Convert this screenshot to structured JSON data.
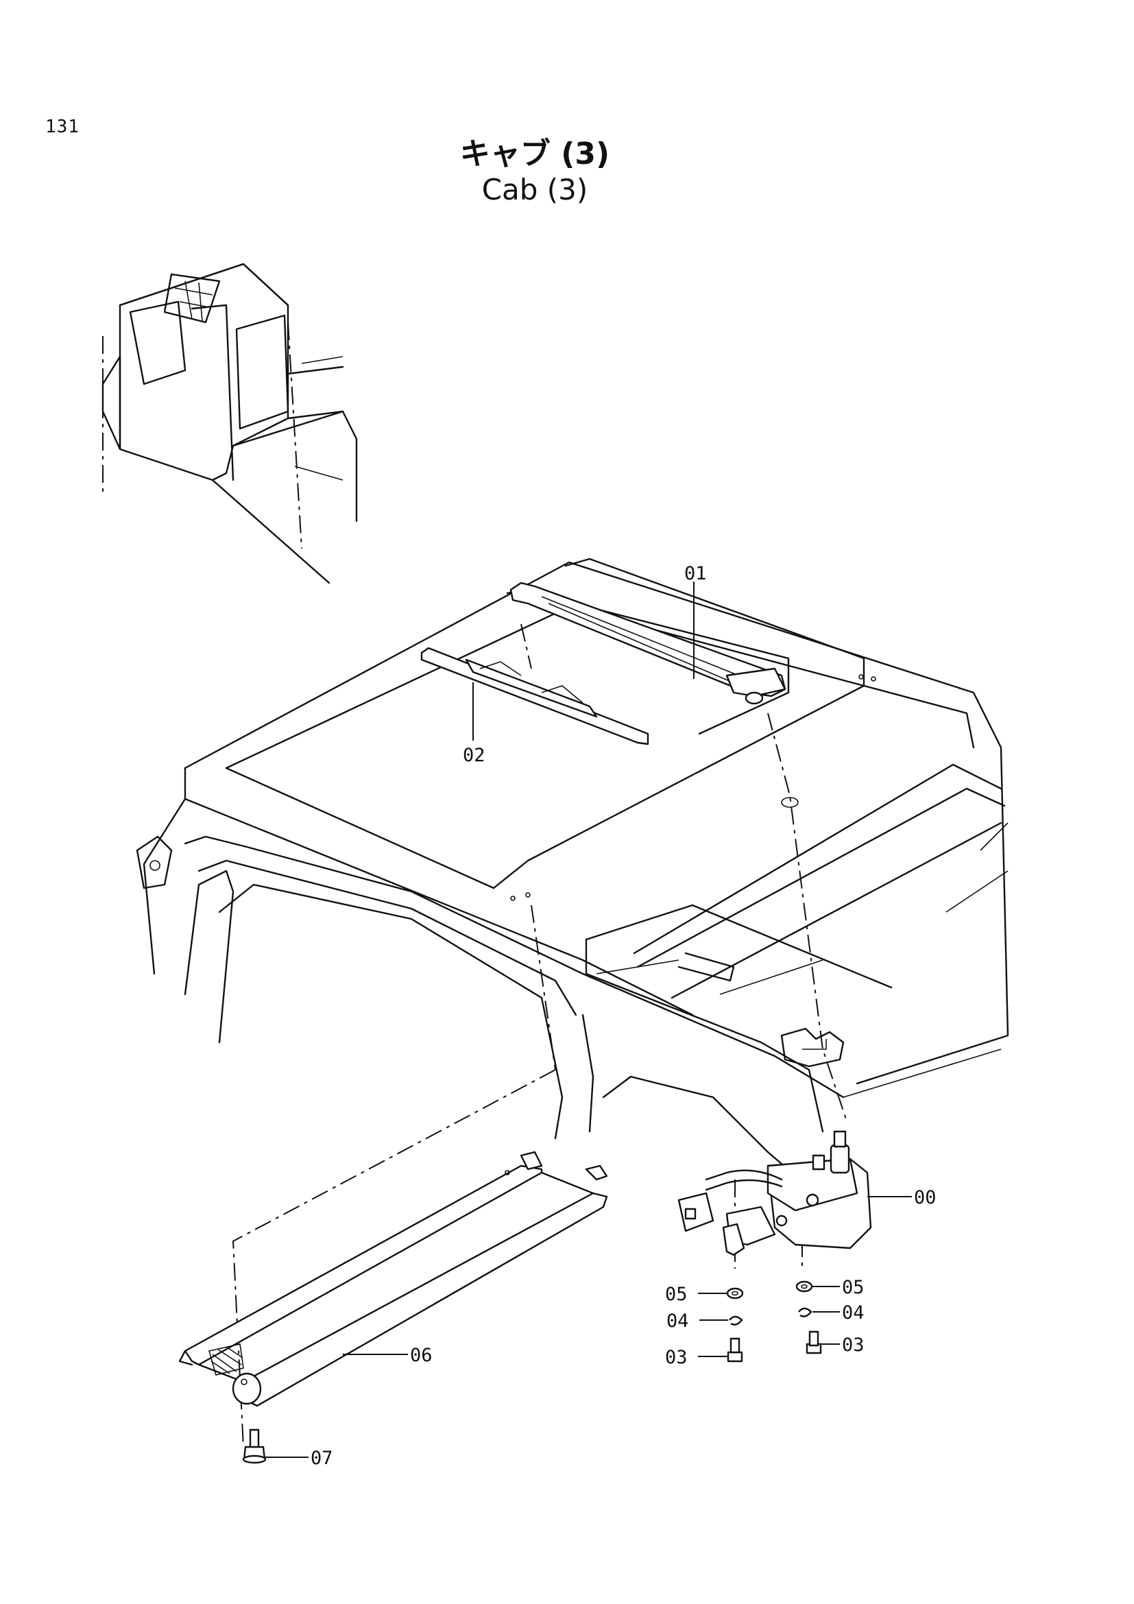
{
  "page": {
    "number": "131"
  },
  "title": {
    "japanese": "キャブ (3)",
    "english": "Cab (3)"
  },
  "callouts": {
    "c00": "00",
    "c01": "01",
    "c02": "02",
    "c03a": "03",
    "c03b": "03",
    "c04a": "04",
    "c04b": "04",
    "c05a": "05",
    "c05b": "05",
    "c06": "06",
    "c07": "07"
  }
}
